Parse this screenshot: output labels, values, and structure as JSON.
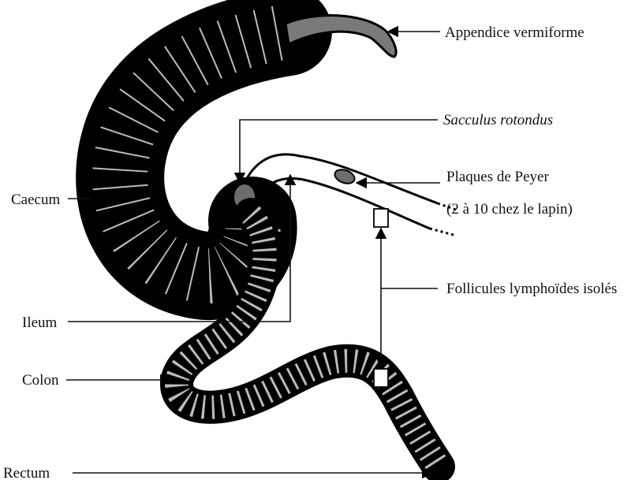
{
  "figure": {
    "labels": {
      "appendix": "Appendice vermiforme",
      "sacculus": "Sacculus rotondus",
      "peyer_line1": "Plaques de Peyer",
      "peyer_line2": "(2 à 10 chez le lapin)",
      "caecum": "Caecum",
      "follicles": "Follicules lymphoïdes isolés",
      "ileum": "Ileum",
      "colon": "Colon",
      "rectum": "Rectum"
    }
  }
}
